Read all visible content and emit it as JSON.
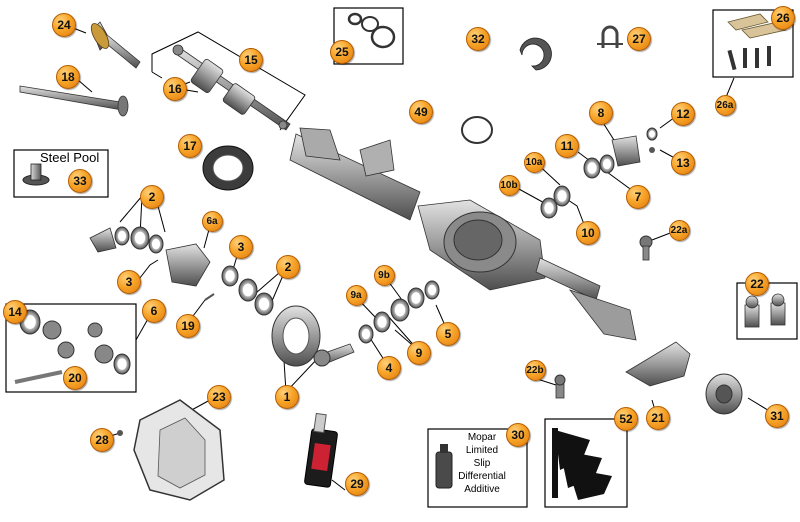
{
  "steel_pool_label": "Steel Pool",
  "additive_lines": [
    "Mopar",
    "Limited",
    "Slip",
    "Differential",
    "Additive"
  ],
  "callouts": {
    "c24": "24",
    "c15": "15",
    "c16": "16",
    "c18": "18",
    "c25": "25",
    "c32": "32",
    "c27": "27",
    "c26": "26",
    "c26a": "26a",
    "c49": "49",
    "c8": "8",
    "c12": "12",
    "c13": "13",
    "c11": "11",
    "c7": "7",
    "c17": "17",
    "c33": "33",
    "c10a": "10a",
    "c10b": "10b",
    "c10": "10",
    "c2a": "2",
    "c2b": "2",
    "c6a": "6a",
    "c3a": "3",
    "c3b": "3",
    "c22a": "22a",
    "c22": "22",
    "c14": "14",
    "c6": "6",
    "c19": "19",
    "c9a": "9a",
    "c9b": "9b",
    "c9": "9",
    "c5": "5",
    "c4": "4",
    "c1": "1",
    "c20": "20",
    "c22b": "22b",
    "c21": "21",
    "c31": "31",
    "c23": "23",
    "c28": "28",
    "c30": "30",
    "c29": "29",
    "c52": "52"
  },
  "colors": {
    "callout": "#f7a428",
    "line": "#000000",
    "metal": "#9a9a9a"
  }
}
